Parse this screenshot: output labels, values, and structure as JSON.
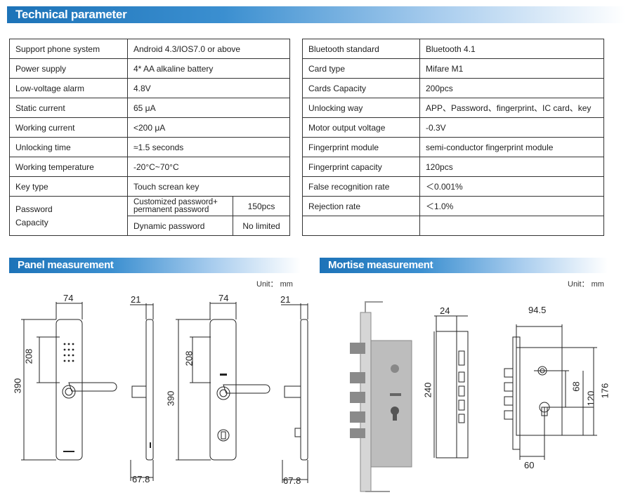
{
  "sections": {
    "technical": "Technical parameter",
    "panel": "Panel measurement",
    "mortise": "Mortise measurement"
  },
  "left_table": {
    "rows": [
      {
        "label": "Support phone system",
        "value": "Android 4.3/IOS7.0  or above"
      },
      {
        "label": "Power supply",
        "value": "4* AA alkaline battery"
      },
      {
        "label": "Low-voltage alarm",
        "value": "4.8V"
      },
      {
        "label": "Static current",
        "value": "65 μA"
      },
      {
        "label": "Working current",
        "value": "<200 μA"
      },
      {
        "label": "Unlocking time",
        "value": "≈1.5 seconds"
      },
      {
        "label": "Working temperature",
        "value": "-20°C~70°C"
      },
      {
        "label": "Key type",
        "value": "Touch screan key"
      }
    ],
    "password": {
      "label_line1": "Password",
      "label_line2": "Capacity",
      "custom_line1": "Customized password+",
      "custom_line2": "permanent password",
      "custom_value": "150pcs",
      "dynamic": "Dynamic password",
      "dynamic_value": "No limited"
    }
  },
  "right_table": {
    "rows": [
      {
        "label": "Bluetooth standard",
        "value": "Bluetooth 4.1"
      },
      {
        "label": "Card type",
        "value": "Mifare M1"
      },
      {
        "label": "Cards Capacity",
        "value": "200pcs"
      },
      {
        "label": "Unlocking way",
        "value": "APP、Password、fingerprint、IC card、key"
      },
      {
        "label": "Motor output voltage",
        "value": "-0.3V"
      },
      {
        "label": "Fingerprint module",
        "value": "semi-conductor fingerprint module"
      },
      {
        "label": "Fingerprint capacity",
        "value": "120pcs"
      },
      {
        "label": "False recognition rate",
        "value": "＜0.001%"
      },
      {
        "label": "Rejection rate",
        "value": "＜1.0%"
      }
    ]
  },
  "panel": {
    "unit": "Unit：  mm",
    "dims": {
      "width": "74",
      "depth": "21",
      "keypad": "208",
      "height": "390",
      "handle": "67.8"
    }
  },
  "mortise": {
    "unit": "Unit：  mm",
    "dims": {
      "thick": "24",
      "length": "240",
      "width": "94.5",
      "a": "68",
      "b": "120",
      "c": "176",
      "backset": "60"
    }
  },
  "colors": {
    "banner": "#1d73b8",
    "line": "#333333",
    "steel": "#c9c9c9"
  }
}
